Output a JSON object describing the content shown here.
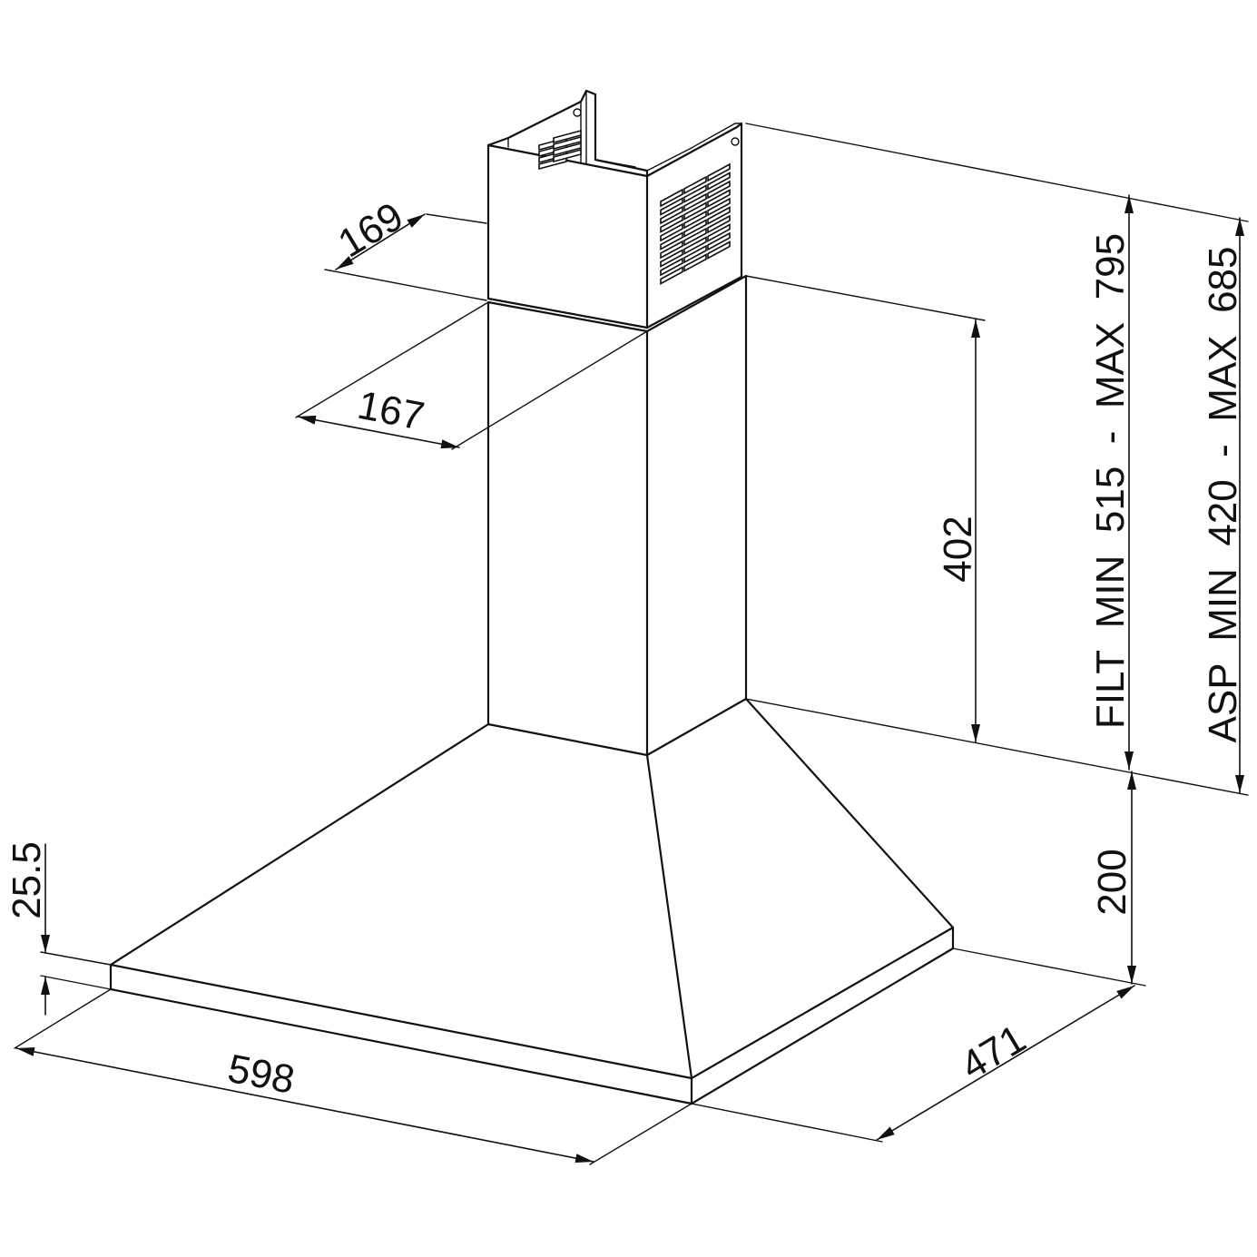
{
  "dimensions": {
    "upper_chimney_depth": "169",
    "lower_chimney_width": "167",
    "lower_chimney_height": "402",
    "filtering_height_range": "FILT  MIN  515  -  MAX  795",
    "extraction_height_range": "ASP  MIN  420  -  MAX  685",
    "canopy_height": "200",
    "edge_thickness": "25.5",
    "width": "598",
    "depth": "471"
  },
  "colors": {
    "line": "#111111",
    "background": "#ffffff"
  }
}
